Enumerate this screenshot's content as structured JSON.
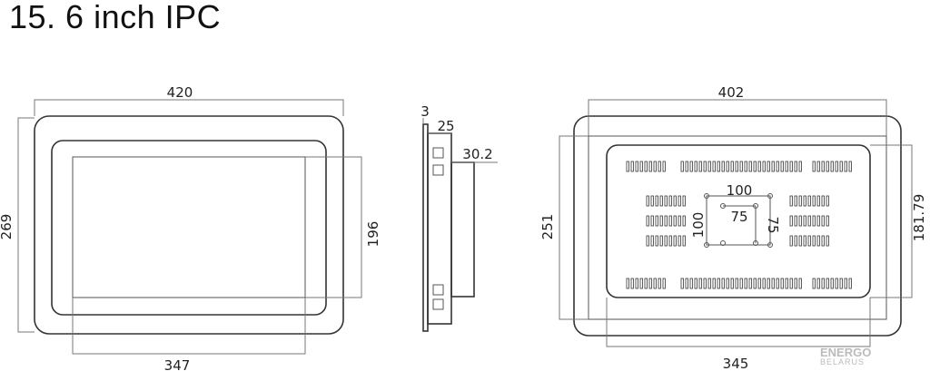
{
  "title": "15. 6 inch IPC",
  "front": {
    "width": "420",
    "height": "269",
    "screen_height": "196",
    "screen_width": "347"
  },
  "side": {
    "t1": "3",
    "t2": "25",
    "depth": "30.2"
  },
  "rear": {
    "width": "402",
    "height": "251",
    "inner_height": "181.79",
    "inner_width": "345",
    "vesa_100_h": "100",
    "vesa_100_v": "100",
    "vesa_75_h": "75",
    "vesa_75_v": "75"
  },
  "watermark": {
    "line1": "ENERGO",
    "line2": "BELARUS"
  }
}
